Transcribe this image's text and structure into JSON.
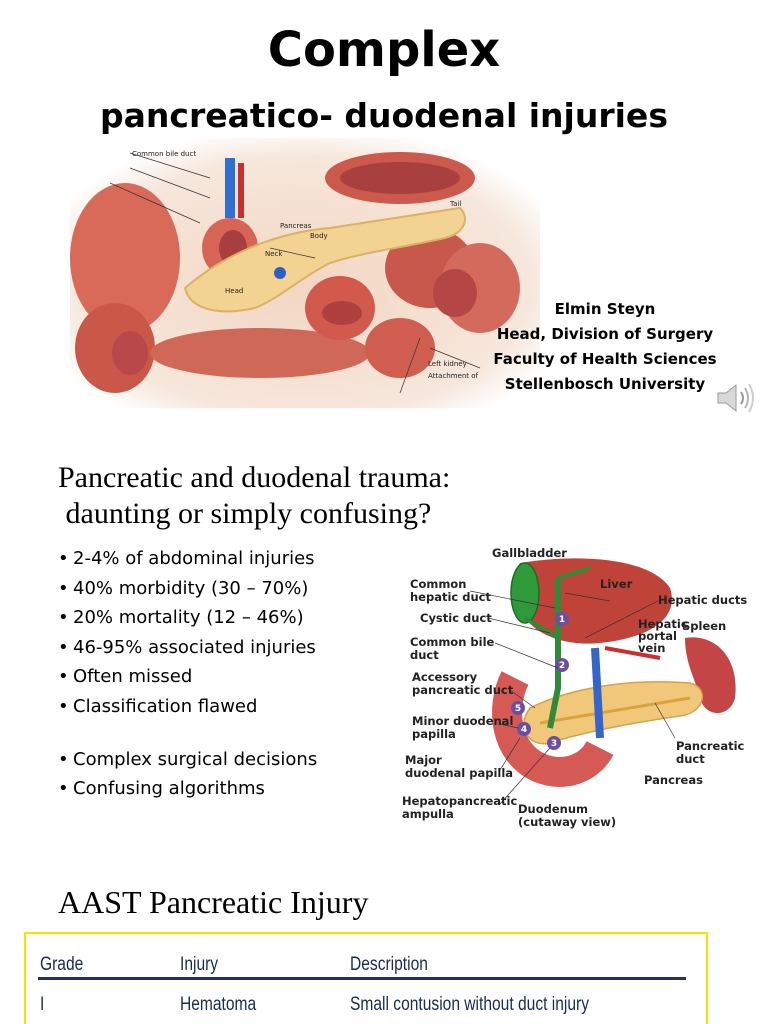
{
  "slide1": {
    "title_line1": "Complex",
    "title_line2": "pancreatico- duodenal injuries",
    "author_lines": [
      "Elmin Steyn",
      "Head, Division of Surgery",
      "Faculty of Health Sciences",
      "Stellenbosch University"
    ],
    "figure_labels": [
      "Common bile duct",
      "Pancreas",
      "Body",
      "Tail",
      "Neck",
      "Head",
      "Left kidney",
      "Attachment of"
    ]
  },
  "slide2": {
    "title_line1": "Pancreatic and duodenal trauma:",
    "title_line2": " daunting or simply confusing?",
    "bullets": [
      "2-4% of abdominal injuries",
      "40% morbidity (30 – 70%)",
      "20% mortality     (12 – 46%)",
      "46-95% associated injuries",
      "Often missed",
      "Classification flawed",
      "Complex surgical decisions",
      "Confusing algorithms"
    ],
    "figure": {
      "labels": {
        "gallbladder": "Gallbladder",
        "common_hepatic": "Common\nhepatic duct",
        "cystic": "Cystic duct",
        "common_bile": "Common bile\nduct",
        "accessory": "Accessory\npancreatic duct",
        "minor_papilla": "Minor duodenal\npapilla",
        "major_papilla": "Major\nduodenal papilla",
        "hepatopancreatic": "Hepatopancreatic\nampulla",
        "duodenum": "Duodenum\n(cutaway view)",
        "liver": "Liver",
        "hepatic_ducts": "Hepatic ducts",
        "portal_vein": "Hepatic\nportal\nvein",
        "spleen": "Spleen",
        "pancreatic_duct": "Pancreatic\nduct",
        "pancreas": "Pancreas"
      },
      "numbers": [
        "1",
        "2",
        "3",
        "4",
        "5"
      ]
    }
  },
  "slide3": {
    "title": "AAST Pancreatic Injury",
    "table": {
      "headers": [
        "Grade",
        "Injury",
        "Description"
      ],
      "rows": [
        [
          "I",
          "Hematoma",
          "Small contusion without duct injury"
        ]
      ]
    }
  }
}
